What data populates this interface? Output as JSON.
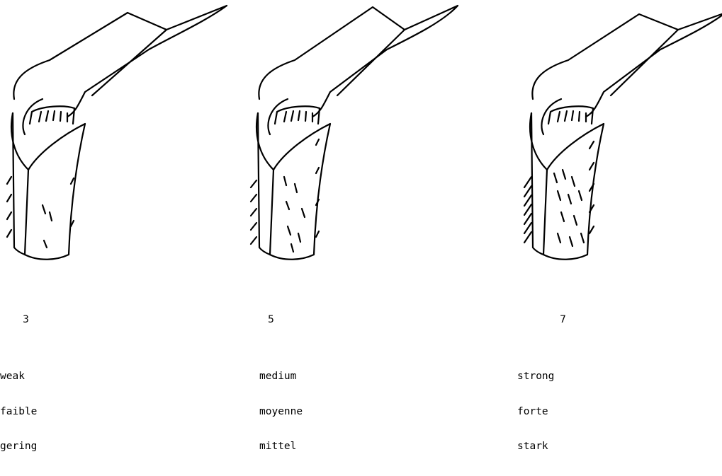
{
  "figure": {
    "panels": [
      {
        "note": "3",
        "labels": [
          "weak",
          "faible",
          "gering"
        ],
        "hair_level": "weak"
      },
      {
        "note": "5",
        "labels": [
          "medium",
          "moyenne",
          "mittel"
        ],
        "hair_level": "medium"
      },
      {
        "note": "7",
        "labels": [
          "strong",
          "forte",
          "stark"
        ],
        "hair_level": "strong"
      }
    ]
  }
}
